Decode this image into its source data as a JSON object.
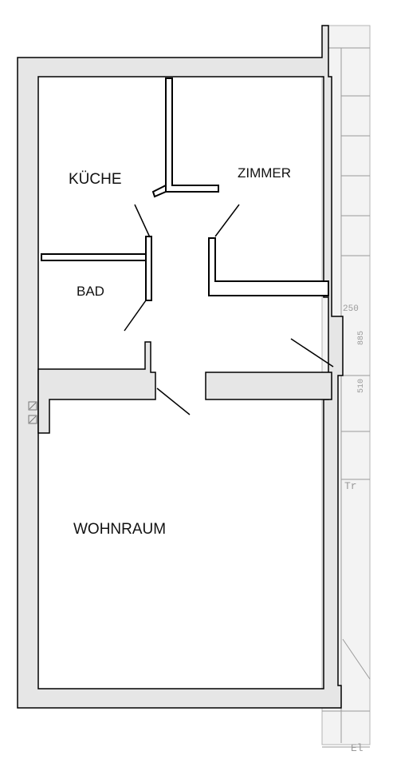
{
  "rooms": {
    "kueche": "KÜCHE",
    "zimmer": "ZIMMER",
    "bad": "BAD",
    "wohnraum": "WOHNRAUM"
  },
  "dimensions": {
    "d250": "250",
    "d885": "885",
    "d510": "510"
  },
  "margin_text": {
    "tr": "Tr",
    "el": "El"
  },
  "colors": {
    "wall_fill": "#e6e6e6",
    "wall_line": "#000000",
    "faded": "#9a9a9a"
  }
}
